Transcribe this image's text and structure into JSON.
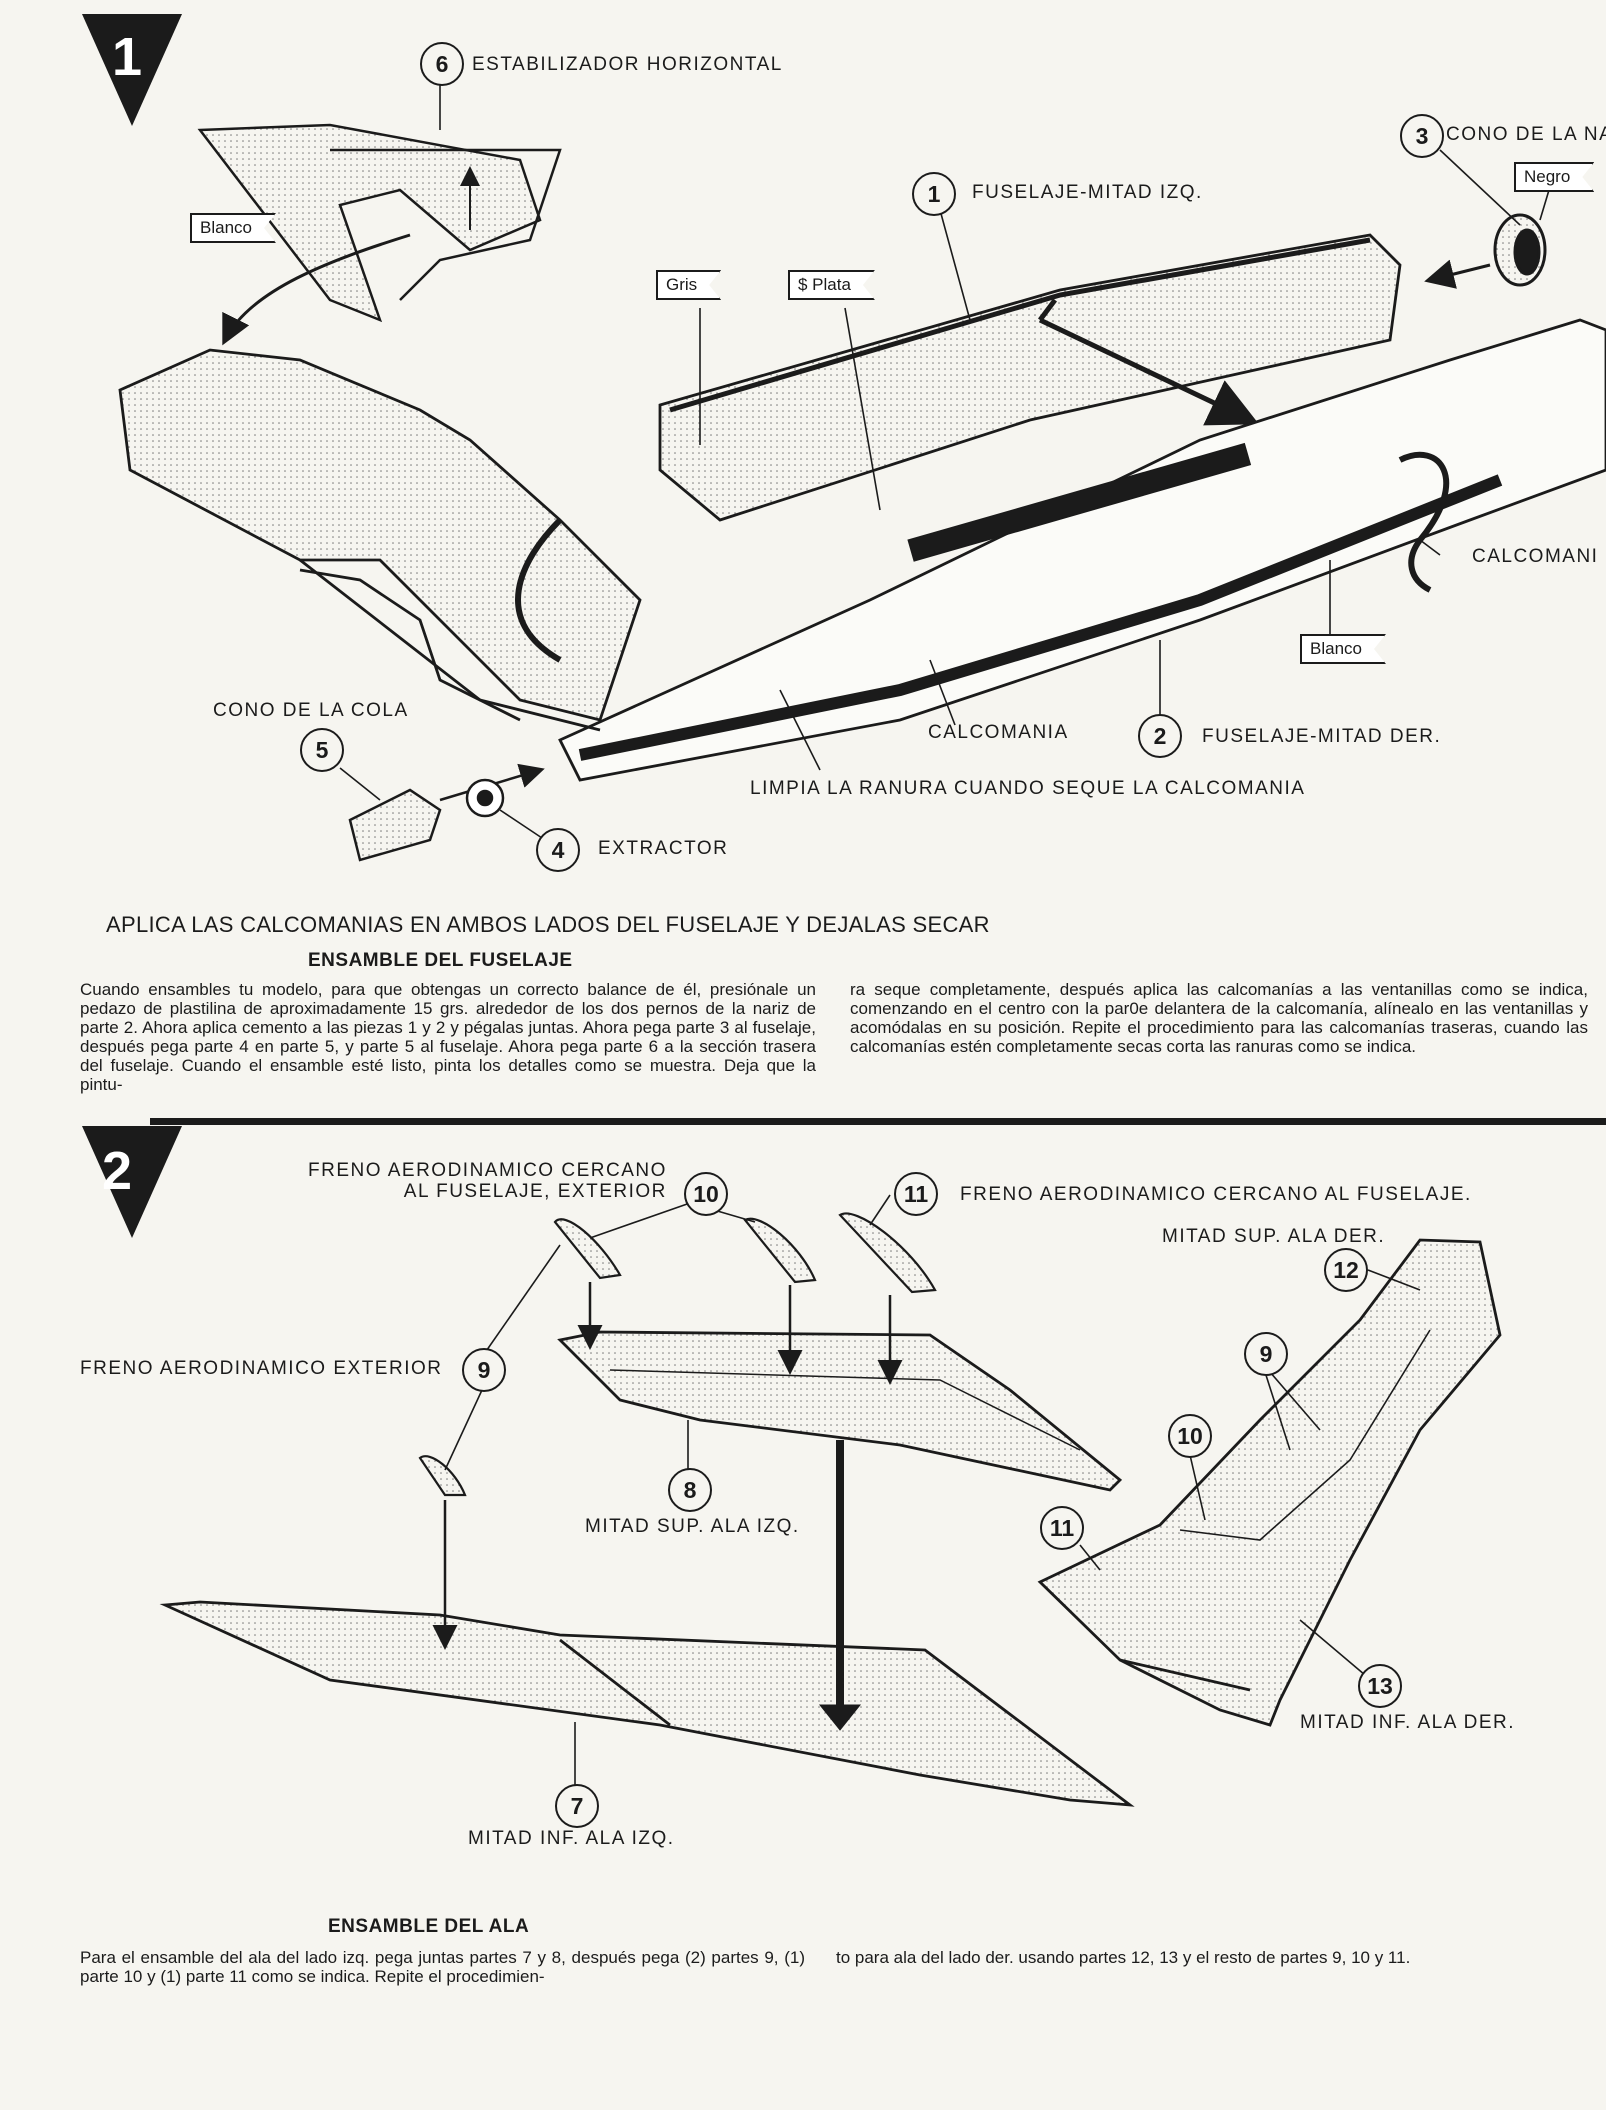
{
  "step1": {
    "number": "1",
    "callouts": {
      "part6": {
        "num": "6",
        "label": "ESTABILIZADOR HORIZONTAL"
      },
      "part1": {
        "num": "1",
        "label": "FUSELAJE-MITAD IZQ."
      },
      "part3": {
        "num": "3",
        "label": "CONO DE LA NA"
      },
      "part2": {
        "num": "2",
        "label": "FUSELAJE-MITAD DER."
      },
      "part5": {
        "num": "5",
        "label": "CONO DE LA COLA"
      },
      "part4": {
        "num": "4",
        "label": "EXTRACTOR"
      },
      "decal_right": "CALCOMANI",
      "decal_bottom": "CALCOMANIA",
      "slot_note": "LIMPIA LA RANURA CUANDO SEQUE LA CALCOMANIA"
    },
    "color_tags": {
      "blanco_top": "Blanco",
      "gris": "Gris",
      "plata": "$ Plata",
      "negro": "Negro",
      "blanco_right": "Blanco"
    },
    "headline": "APLICA LAS CALCOMANIAS EN AMBOS LADOS DEL FUSELAJE Y DEJALAS SECAR",
    "subheading": "ENSAMBLE DEL FUSELAJE",
    "text_left": "Cuando ensambles tu modelo, para que obtengas un correcto balance de él, presiónale un pedazo de plastilina de aproximadamente 15 grs. alrededor de los dos pernos de la nariz de parte 2. Ahora aplica cemento a las piezas 1 y 2 y pégalas juntas. Ahora pega parte 3 al fuselaje, después pega parte 4 en parte 5, y parte 5 al fuselaje. Ahora pega parte 6 a la sección trasera del fuselaje. Cuando el ensamble esté listo, pinta los detalles como se muestra. Deja que la pintu-",
    "text_right": "ra seque completamente, después aplica las calcomanías a las ventanillas como se indica, comenzando en el centro con la par0e delantera de la calcomanía, alínealo en las ventanillas y acomódalas en su posición. Repite el procedimiento para las calcomanías traseras, cuando las calcomanías estén completamente secas corta las ranuras como se indica."
  },
  "step2": {
    "number": "2",
    "callouts": {
      "freno_fuselaje_ext": "FRENO AERODINAMICO CERCANO\nAL FUSELAJE, EXTERIOR",
      "part10a": "10",
      "part11a": "11",
      "freno_fuselaje": "FRENO AERODINAMICO CERCANO AL FUSELAJE.",
      "mitad_sup_der": "MITAD SUP. ALA DER.",
      "part12": "12",
      "freno_exterior": "FRENO AERODINAMICO EXTERIOR",
      "part9a": "9",
      "part9b": "9",
      "part10b": "10",
      "part11b": "11",
      "part8": "8",
      "mitad_sup_izq": "MITAD SUP. ALA IZQ.",
      "part13": "13",
      "mitad_inf_der": "MITAD INF. ALA DER.",
      "part7": "7",
      "mitad_inf_izq": "MITAD INF. ALA IZQ."
    },
    "subheading": "ENSAMBLE DEL ALA",
    "text_left": "Para el ensamble del ala del lado izq. pega juntas partes 7 y 8, después pega (2) partes 9, (1) parte 10 y (1) parte 11 como se indica. Repite el procedimien-",
    "text_right": "to para ala del lado der. usando partes 12, 13 y el resto de partes 9, 10 y 11."
  }
}
